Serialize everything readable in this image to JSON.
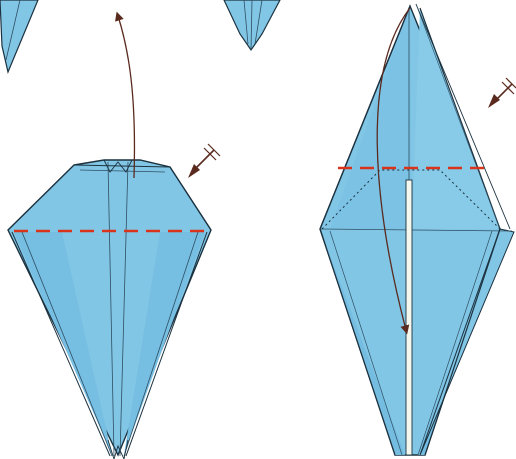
{
  "diagram": {
    "colors": {
      "paper": "#82c6e6",
      "paper_shade": "#6eb6da",
      "crease": "#2e4f63",
      "edge": "#1c3240",
      "valley_fold": "#d8341c",
      "arrow": "#5a2a1e",
      "background": "#ffffff"
    },
    "symbols": [
      "valley-fold-line",
      "fold-arrow",
      "push-arrow",
      "hidden-edge-line"
    ],
    "steps": [
      {
        "name": "step-partial-left",
        "visible": "cropped"
      },
      {
        "name": "step-partial-middle",
        "visible": "cropped"
      },
      {
        "name": "step-kite-base",
        "visible": "full"
      },
      {
        "name": "step-long-diamond",
        "visible": "full"
      }
    ]
  }
}
